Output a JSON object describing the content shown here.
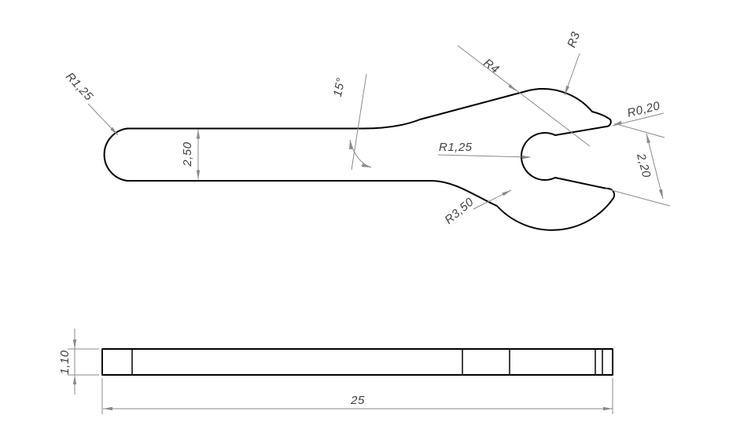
{
  "colors": {
    "background": "#ffffff",
    "part_outline": "#000000",
    "dimension_lines": "#8a8a8a",
    "dimension_text": "#404040"
  },
  "top_view": {
    "dims": {
      "handle_end_radius": "R1,25",
      "handle_width": "2,50",
      "neck_angle": "15°",
      "neck_fillet_radius": "R4",
      "head_radius": "R3",
      "jaw_tip_radius": "R0,20",
      "jaw_root_radius": "R1,25",
      "jaw_opening": "2,20",
      "head_bottom_radius": "R3,50"
    }
  },
  "side_view": {
    "dims": {
      "thickness": "1,10",
      "overall_length": "25"
    }
  }
}
